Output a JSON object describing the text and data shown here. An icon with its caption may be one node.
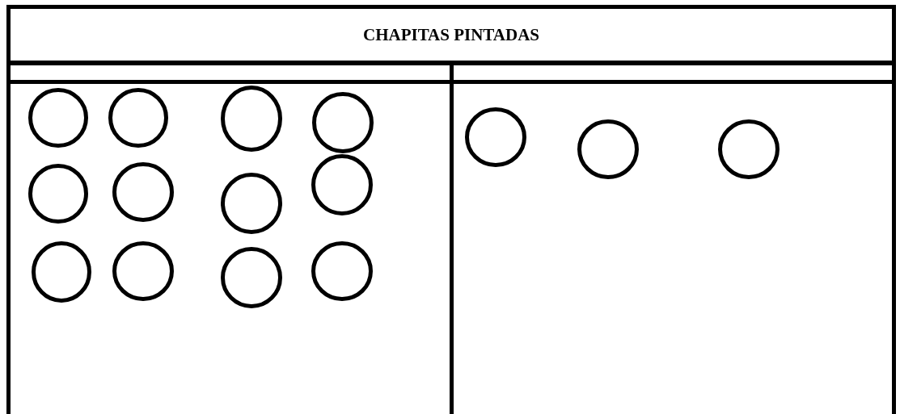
{
  "diagram": {
    "nodes": [
      {
        "text": [
          "CHAPITAS PINTADAS"
        ]
      },
      {
        "text": [],
        "shape": "box"
      },
      {
        "text": [],
        "shape": "box"
      },
      {
        "text": [],
        "shape": "circle",
        "in": 1
      },
      {
        "text": [],
        "shape": "circle",
        "in": 1
      },
      {
        "text": [],
        "shape": "circle",
        "in": 1
      },
      {
        "text": [],
        "shape": "circle",
        "in": 1
      },
      {
        "text": [],
        "shape": "circle",
        "in": 1
      },
      {
        "text": [],
        "shape": "circle",
        "in": 1
      },
      {
        "text": [],
        "shape": "circle",
        "in": 1
      },
      {
        "text": [],
        "shape": "circle",
        "in": 1
      },
      {
        "text": [],
        "shape": "circle",
        "in": 1
      },
      {
        "text": [],
        "shape": "circle",
        "in": 1
      },
      {
        "text": [],
        "shape": "circle",
        "in": 1
      },
      {
        "text": [],
        "shape": "circle",
        "in": 1
      },
      {
        "text": [],
        "shape": "circle",
        "in": 2
      },
      {
        "text": [],
        "shape": "circle",
        "in": 2
      },
      {
        "text": [],
        "shape": "circle",
        "in": 2
      }
    ]
  }
}
